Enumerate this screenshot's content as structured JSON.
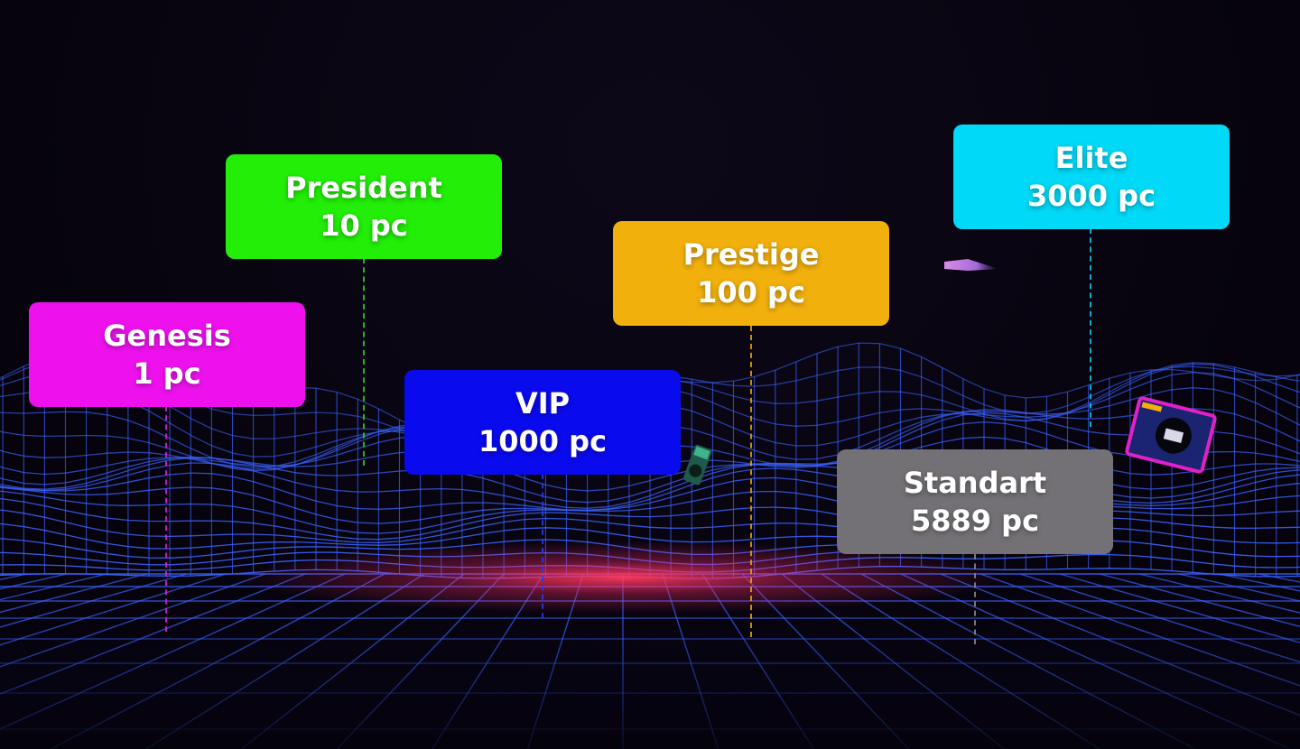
{
  "tiers": [
    {
      "id": "genesis",
      "name": "Genesis",
      "count": "1 pc",
      "color": "#ee11ee",
      "line_color": "#e020e0"
    },
    {
      "id": "president",
      "name": "President",
      "count": "10 pc",
      "color": "#22ee08",
      "line_color": "#2fd41a"
    },
    {
      "id": "vip",
      "name": "VIP",
      "count": "1000 pc",
      "color": "#0a0aee",
      "line_color": "#2a3cf0"
    },
    {
      "id": "prestige",
      "name": "Prestige",
      "count": "100 pc",
      "color": "#f2b00c",
      "line_color": "#e8a510"
    },
    {
      "id": "standart",
      "name": "Standart",
      "count": "5889 pc",
      "color": "#737175",
      "line_color": "#8a888c"
    },
    {
      "id": "elite",
      "name": "Elite",
      "count": "3000 pc",
      "color": "#00d9f7",
      "line_color": "#16c8e8"
    }
  ],
  "colors": {
    "background": "#07040f",
    "grid_line": "#3a63ff",
    "horizon_glow": "#ff3a5a"
  },
  "decorations": [
    {
      "id": "nft-card-small",
      "icon": "nft-card-icon"
    },
    {
      "id": "nft-card-right",
      "icon": "nft-card-icon"
    },
    {
      "id": "floating-tile",
      "icon": "floating-card-icon"
    }
  ]
}
